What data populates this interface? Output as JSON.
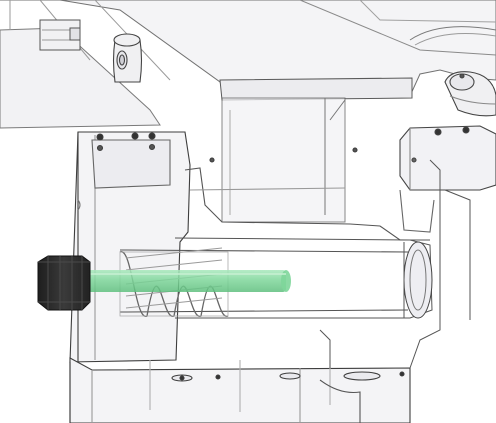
{
  "scene": {
    "view": "transparent-cad-assembly",
    "background_color": "#ffffff",
    "edge_color": "#4a4a4a",
    "body_tint": "#f2f2f4",
    "highlighted_part": "plunger-rod",
    "highlight_color": "#7ed69a",
    "knob_color": "#2b2b2b",
    "parts": [
      "top-plate",
      "post",
      "mount-block",
      "lug",
      "pivot-boss",
      "compression-spring",
      "plunger-rod",
      "knurled-knob",
      "base-block"
    ]
  }
}
